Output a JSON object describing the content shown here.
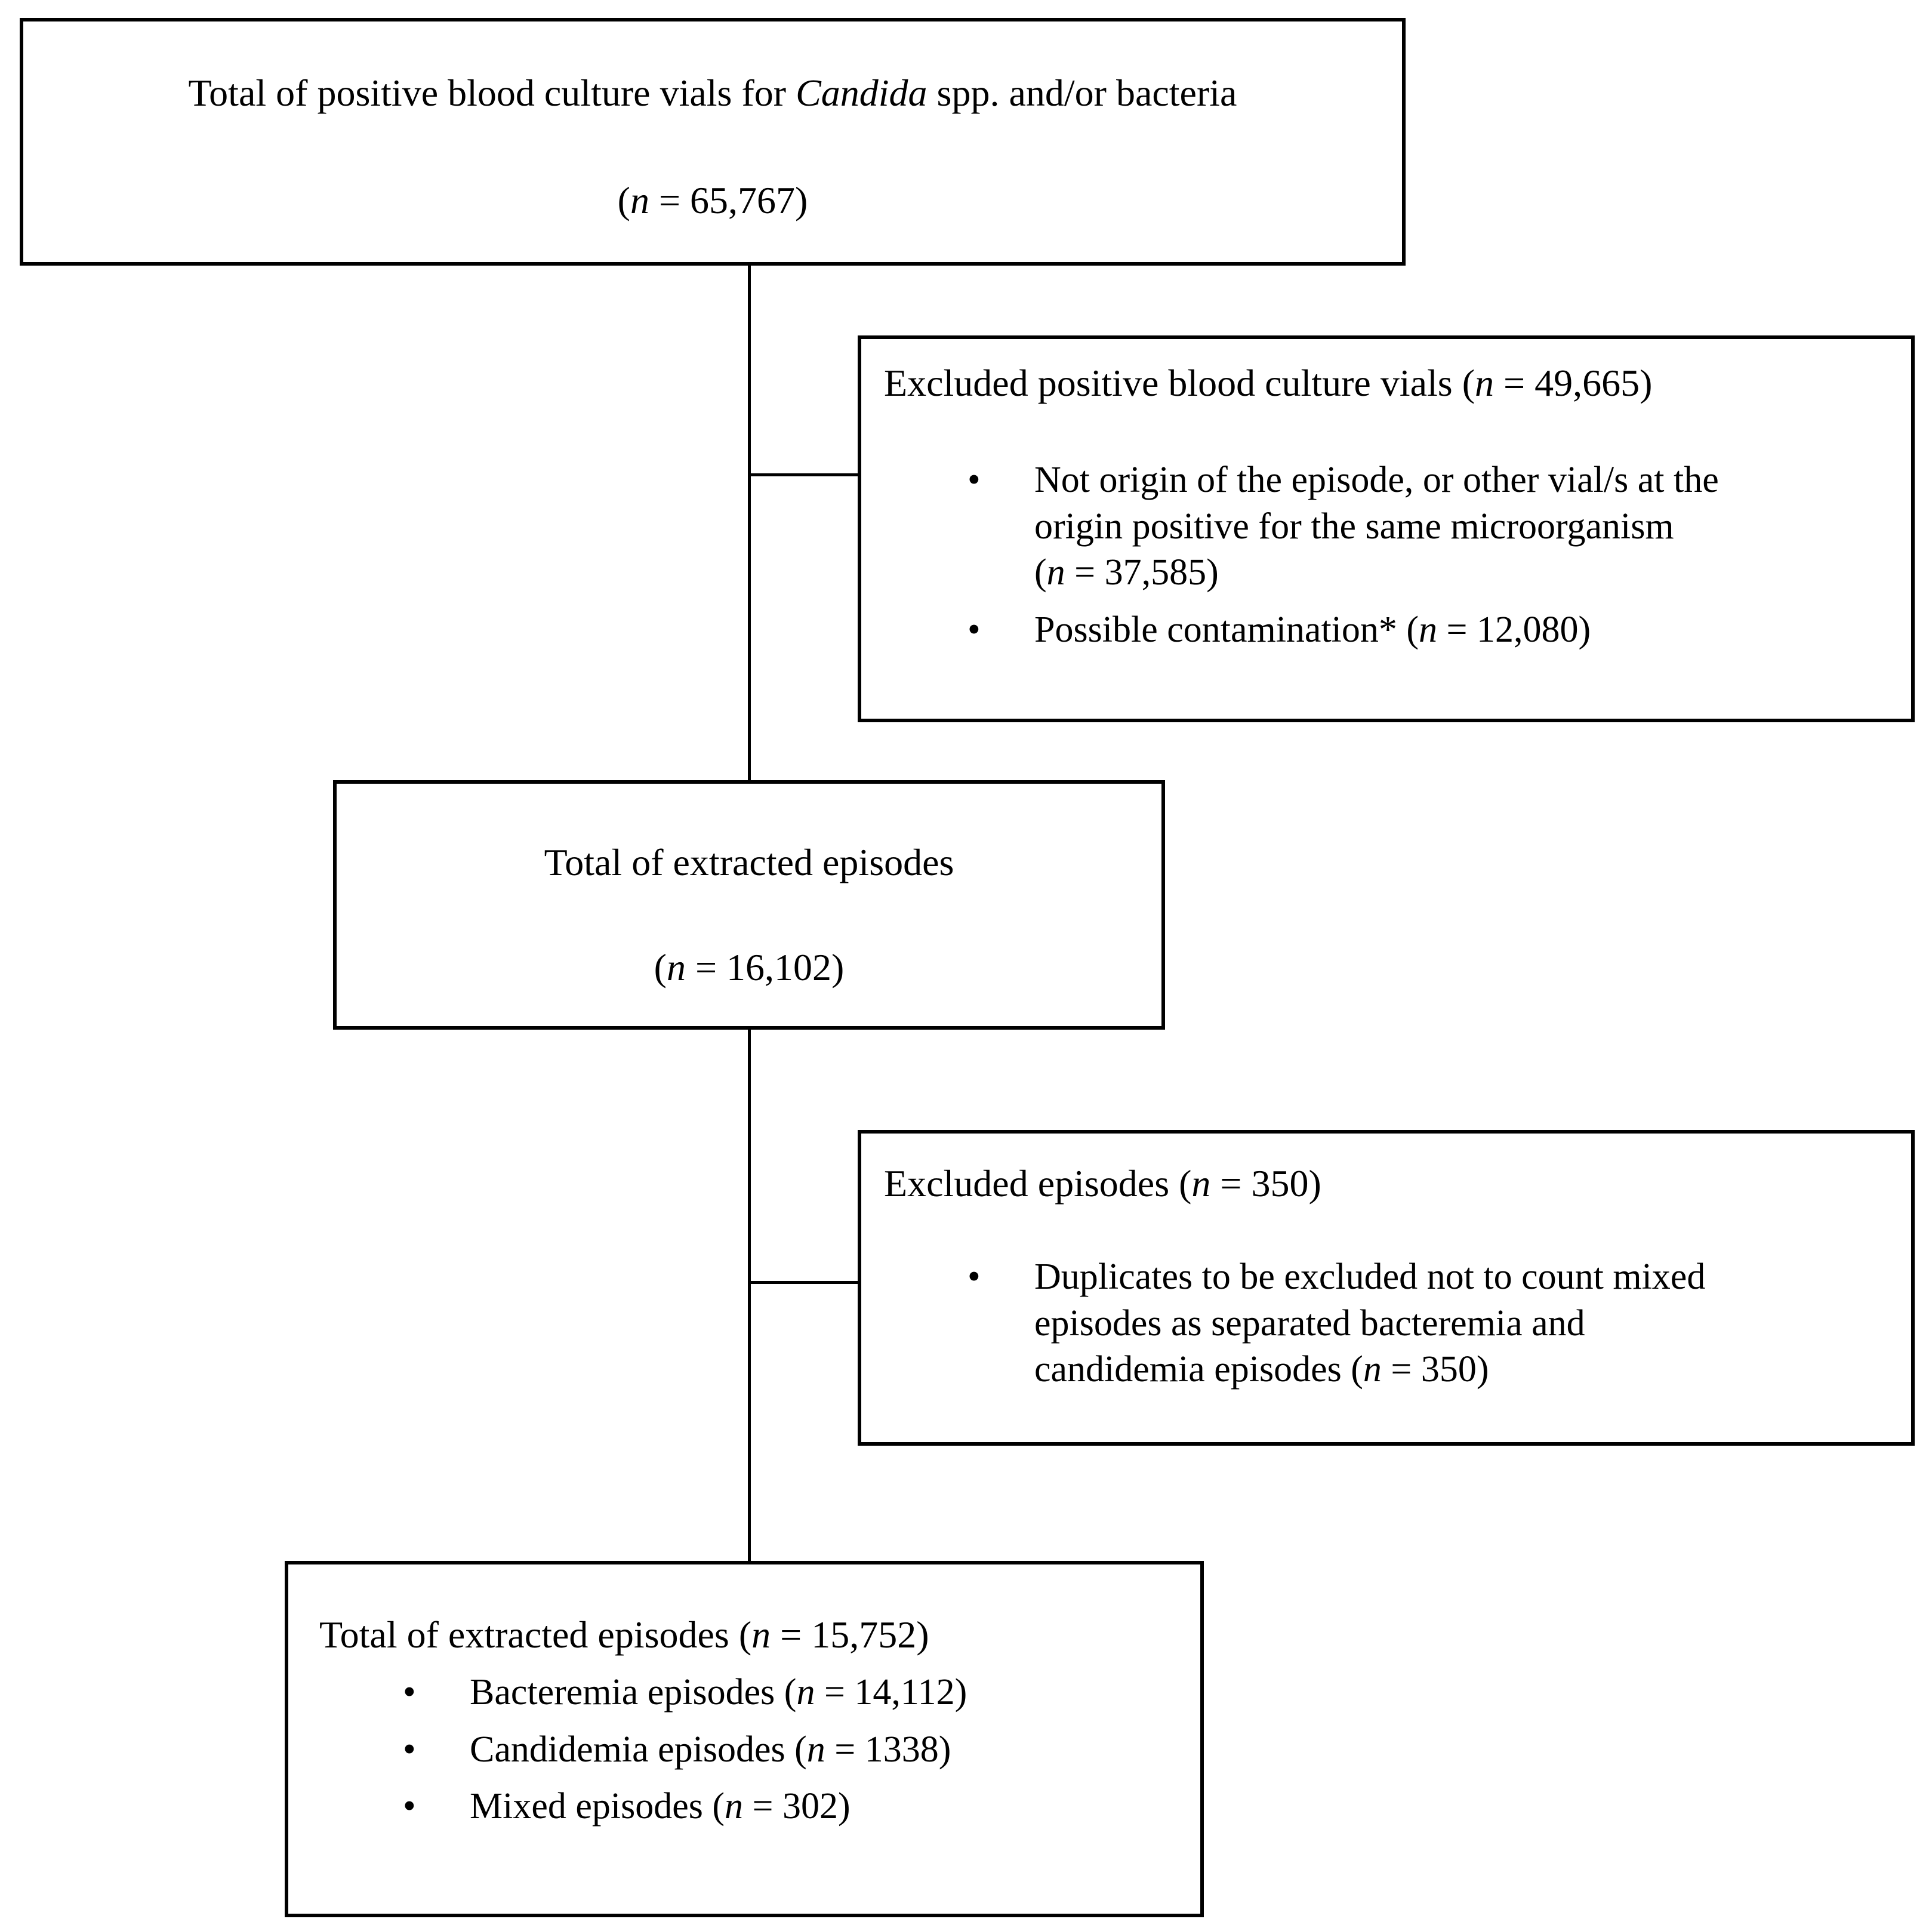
{
  "figure": {
    "kind": "study-flow-diagram",
    "background_color": "#ffffff",
    "border_color": "#000000",
    "text_color": "#000000"
  },
  "boxes": {
    "total_vials": {
      "title": [
        {
          "t": "Total of positive blood culture vials for "
        },
        {
          "i": "Candida"
        },
        {
          "t": " spp. and/or bacteria"
        }
      ],
      "count": [
        {
          "t": "("
        },
        {
          "i": "n"
        },
        {
          "t": " = 65,767)"
        }
      ]
    },
    "excluded_vials": {
      "title": [
        {
          "t": "Excluded positive blood culture vials ("
        },
        {
          "i": "n"
        },
        {
          "t": " = 49,665)"
        }
      ],
      "bullets": [
        [
          {
            "t": "Not origin of the episode, or other vial/s at the"
          },
          {
            "br": true
          },
          {
            "t": "origin positive for the same microorganism"
          },
          {
            "br": true
          },
          {
            "t": "("
          },
          {
            "i": "n"
          },
          {
            "t": " = 37,585)"
          }
        ],
        [
          {
            "t": "Possible contamination* ("
          },
          {
            "i": "n"
          },
          {
            "t": " = 12,080)"
          }
        ]
      ]
    },
    "extracted_episodes": {
      "title": [
        {
          "t": "Total of extracted episodes"
        }
      ],
      "count": [
        {
          "t": "("
        },
        {
          "i": "n"
        },
        {
          "t": " = 16,102)"
        }
      ]
    },
    "excluded_episodes": {
      "title": [
        {
          "t": "Excluded episodes ("
        },
        {
          "i": "n"
        },
        {
          "t": " = 350)"
        }
      ],
      "bullets": [
        [
          {
            "t": "Duplicates to be excluded not to count mixed"
          },
          {
            "br": true
          },
          {
            "t": "episodes as separated bacteremia and"
          },
          {
            "br": true
          },
          {
            "t": "candidemia episodes ("
          },
          {
            "i": "n"
          },
          {
            "t": " = 350)"
          }
        ]
      ]
    },
    "final_episodes": {
      "title": [
        {
          "t": "Total of extracted episodes ("
        },
        {
          "i": "n"
        },
        {
          "t": " = 15,752)"
        }
      ],
      "bullets": [
        [
          {
            "t": "Bacteremia episodes ("
          },
          {
            "i": "n"
          },
          {
            "t": " = 14,112)"
          }
        ],
        [
          {
            "t": "Candidemia episodes ("
          },
          {
            "i": "n"
          },
          {
            "t": " = 1338)"
          }
        ],
        [
          {
            "t": "Mixed episodes ("
          },
          {
            "i": "n"
          },
          {
            "t": " = 302)"
          }
        ]
      ]
    }
  }
}
